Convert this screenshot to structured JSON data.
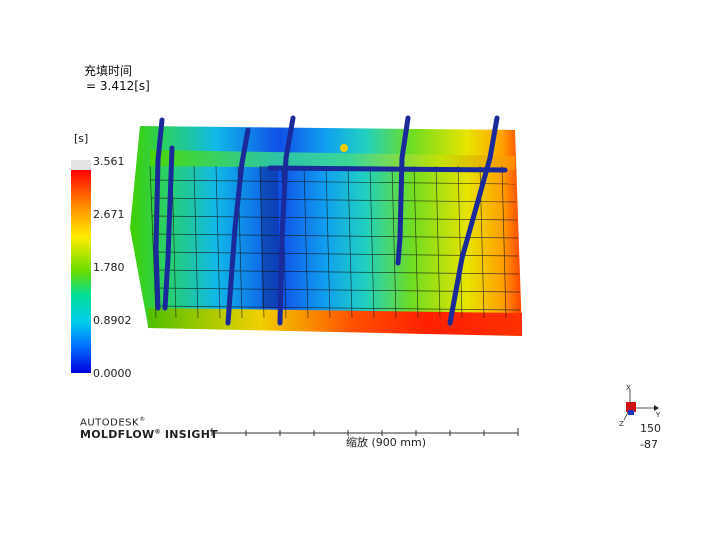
{
  "result": {
    "title": "充填时间",
    "value_line": "= 3.412[s]"
  },
  "legend": {
    "unit": "[s]",
    "ticks": [
      "3.561",
      "2.671",
      "1.780",
      "0.8902",
      "0.0000"
    ]
  },
  "branding": {
    "line1": "AUTODESK",
    "line1_mark": "®",
    "line2": "MOLDFLOW",
    "line2_mark": "®",
    "line2_tail": " INSIGHT"
  },
  "scale": {
    "label": "缩放 (900 mm)"
  },
  "view_triad": {
    "axis_x": "X",
    "axis_y": "Y",
    "axis_z": "Z",
    "coord_1": "150",
    "coord_2": "-87"
  },
  "colors": {
    "runner": "#1a2a9a",
    "legend_max": "#ff0000",
    "legend_min": "#0000dd"
  }
}
